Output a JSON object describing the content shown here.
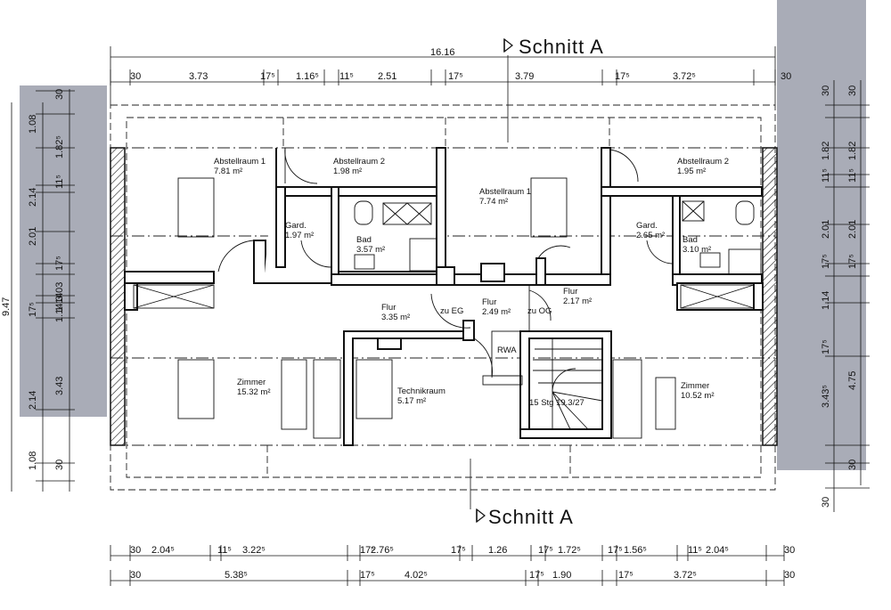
{
  "section_label_top": "Schnitt A",
  "section_label_bottom": "Schnitt A",
  "overall_width": "16.16",
  "top_dims": [
    "30",
    "3.73",
    "17⁵",
    "1.16⁵",
    "11⁵",
    "2.51",
    "17⁵",
    "3.79",
    "17⁵",
    "3.72⁵",
    "30"
  ],
  "bottom_dims_row1": [
    "30",
    "2.04⁵",
    "11⁵",
    "3.22⁵",
    "17⁵",
    "2.76⁵",
    "17⁵",
    "1.26",
    "17⁵",
    "1.72⁵",
    "17⁵",
    "1.56⁵",
    "11⁵",
    "2.04⁵",
    "30"
  ],
  "bottom_dims_row2": [
    "30",
    "5.38⁵",
    "17⁵",
    "4.02⁵",
    "17⁵",
    "1.90",
    "17⁵",
    "3.72⁵",
    "30"
  ],
  "left_overall": "9.47",
  "left_dims_outer": [
    "30",
    "1.08",
    "1.82⁵",
    "11⁵",
    "2.14",
    "2.01",
    "17⁵",
    "3.03",
    "17⁵",
    "1.14",
    "3.43",
    "2.14",
    "30",
    "1.08"
  ],
  "right_dims_inner": [
    "30",
    "1.82",
    "11⁵",
    "2.01",
    "17⁵",
    "1.14",
    "17⁵",
    "3.43⁵",
    "30"
  ],
  "right_dims_outer": [
    "30",
    "1.82",
    "11⁵",
    "2.01",
    "17⁵",
    "4.75",
    "30"
  ],
  "rooms": [
    {
      "name": "Abstellraum 1",
      "area": "7.81 m²"
    },
    {
      "name": "Abstellraum 2",
      "area": "1.98 m²"
    },
    {
      "name": "Abstellraum 1",
      "area": "7.74 m²"
    },
    {
      "name": "Abstellraum 2",
      "area": "1.95 m²"
    },
    {
      "name": "Gard.",
      "area": "1.97 m²"
    },
    {
      "name": "Bad",
      "area": "3.57 m²"
    },
    {
      "name": "Gard.",
      "area": "2.65 m²"
    },
    {
      "name": "Bad",
      "area": "3.10 m²"
    },
    {
      "name": "Flur",
      "area": "3.35 m²"
    },
    {
      "name": "Flur",
      "area": "2.49 m²"
    },
    {
      "name": "Flur",
      "area": "2.17 m²"
    },
    {
      "name": "Zimmer",
      "area": "15.32 m²"
    },
    {
      "name": "Technikraum",
      "area": "5.17 m²"
    },
    {
      "name": "Zimmer",
      "area": "10.52 m²"
    }
  ],
  "labels": {
    "zu_eg": "zu EG",
    "zu_og": "zu OG",
    "rwa": "RWA",
    "stair": "15 Stg 19.3/27"
  }
}
